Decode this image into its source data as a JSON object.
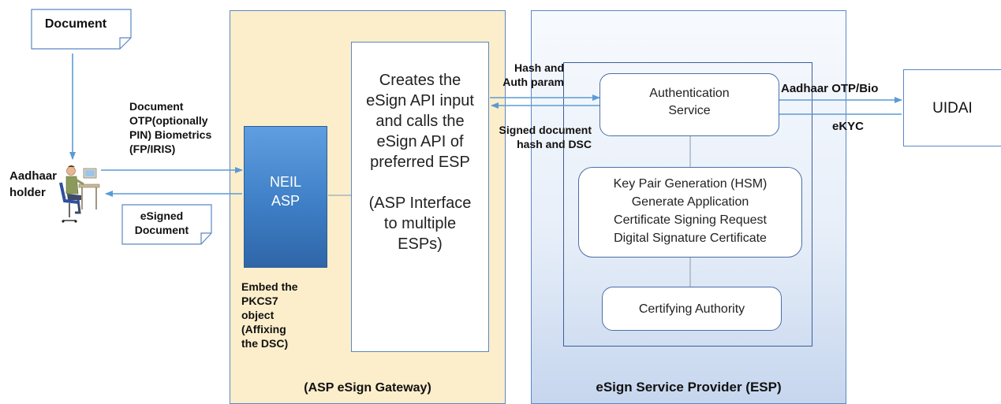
{
  "document_note": {
    "label": "Document"
  },
  "aadhaar_holder": {
    "label_line1": "Aadhaar",
    "label_line2": "holder"
  },
  "input_label": {
    "lines": [
      "Document",
      "OTP(optionally",
      "PIN) Biometrics",
      "(FP/IRIS)"
    ]
  },
  "esigned_document_note": {
    "line1": "eSigned",
    "line2": "Document"
  },
  "asp_gateway": {
    "caption": "(ASP eSign Gateway)",
    "neil_line1": "NEIL",
    "neil_line2": "ASP",
    "embed_label": [
      "Embed the",
      "PKCS7",
      "object",
      "(Affixing",
      "the DSC)"
    ],
    "api_box_lines": [
      "Creates the",
      "eSign API input",
      "and calls the",
      "eSign API of",
      "preferred ESP"
    ],
    "api_box_lines_2": [
      "(ASP Interface",
      "to multiple",
      "ESPs)"
    ]
  },
  "flow_labels": {
    "hash_auth": [
      "Hash and",
      "Auth param"
    ],
    "signed_doc": [
      "Signed document",
      "hash and DSC"
    ],
    "aadhaar_otp": "Aadhaar OTP/Bio",
    "ekyc": "eKYC"
  },
  "esp": {
    "caption": "eSign Service Provider (ESP)",
    "auth_service": [
      "Authentication",
      "Service"
    ],
    "key_pair": [
      "Key Pair Generation (HSM)",
      "Generate Application",
      "Certificate Signing Request",
      "Digital Signature Certificate"
    ],
    "certifying_authority": "Certifying Authority"
  },
  "uidai": {
    "label": "UIDAI"
  },
  "colors": {
    "arrow": "#5b9bd5",
    "panel_border": "#5b87c5",
    "asp_fill": "#fdeecb",
    "neil_fill": "#4a8ad4"
  }
}
